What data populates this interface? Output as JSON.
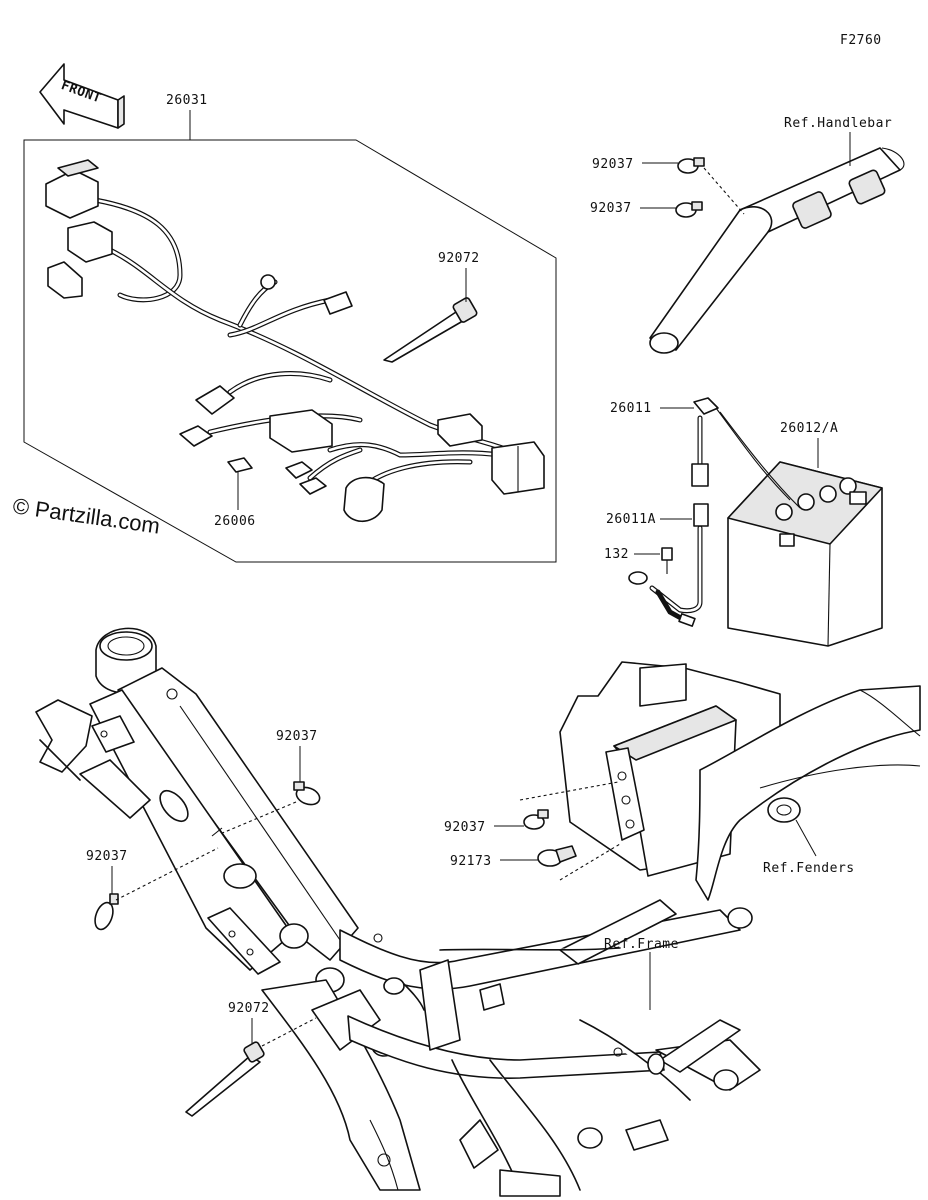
{
  "figure_code": "F2760",
  "front_label": "FRONT",
  "watermark": "© Partzilla.com",
  "callouts": {
    "harness": "26031",
    "tie_upper": "92072",
    "fuse": "26006",
    "clamp_hb1": "92037",
    "clamp_hb2": "92037",
    "lead_pos": "26011",
    "battery": "26012/A",
    "lead_neg": "26011A",
    "bolt": "132",
    "clamp_frame1": "92037",
    "clamp_frame2": "92037",
    "clamp_box": "92037",
    "clamp_box2": "92173",
    "tie_lower": "92072"
  },
  "refs": {
    "handlebar": "Ref.Handlebar",
    "fenders": "Ref.Fenders",
    "frame": "Ref.Frame"
  }
}
